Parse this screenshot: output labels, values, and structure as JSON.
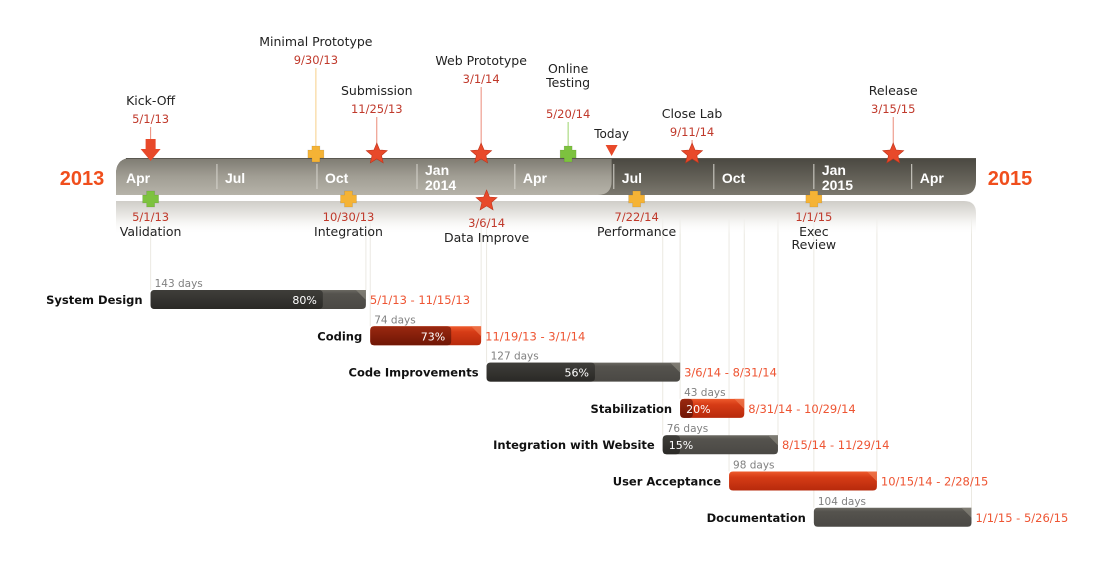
{
  "chart_data": {
    "type": "gantt-timeline",
    "title": "",
    "start_year_label": "2013",
    "end_year_label": "2015",
    "axis_range": [
      "2013-04-01",
      "2015-06-01"
    ],
    "today": "2014-06-29",
    "today_label": "Today",
    "ticks": [
      {
        "date": "2013-04-01",
        "label": [
          "Apr"
        ]
      },
      {
        "date": "2013-07-01",
        "label": [
          "Jul"
        ]
      },
      {
        "date": "2013-10-01",
        "label": [
          "Oct"
        ]
      },
      {
        "date": "2014-01-01",
        "label": [
          "Jan",
          "2014"
        ]
      },
      {
        "date": "2014-04-01",
        "label": [
          "Apr"
        ]
      },
      {
        "date": "2014-07-01",
        "label": [
          "Jul"
        ]
      },
      {
        "date": "2014-10-01",
        "label": [
          "Oct"
        ]
      },
      {
        "date": "2015-01-01",
        "label": [
          "Jan",
          "2015"
        ]
      },
      {
        "date": "2015-04-01",
        "label": [
          "Apr"
        ]
      }
    ],
    "milestones_above": [
      {
        "title": [
          "Kick-Off"
        ],
        "date_label": "5/1/13",
        "date": "2013-05-01",
        "shape": "arrow",
        "color": "#e8492a",
        "level": 2
      },
      {
        "title": [
          "Minimal Prototype"
        ],
        "date_label": "9/30/13",
        "date": "2013-09-30",
        "shape": "cross",
        "color": "#f5b335",
        "level": 4
      },
      {
        "title": [
          "Submission"
        ],
        "date_label": "11/25/13",
        "date": "2013-11-25",
        "shape": "star",
        "color": "#e8492a",
        "level": 3
      },
      {
        "title": [
          "Web Prototype"
        ],
        "date_label": "3/1/14",
        "date": "2014-03-01",
        "shape": "star",
        "color": "#e8492a",
        "level": 4
      },
      {
        "title": [
          "Online",
          "Testing"
        ],
        "date_label": "5/20/14",
        "date": "2014-05-20",
        "shape": "cross",
        "color": "#7dc23f",
        "level": 3
      },
      {
        "title": [
          "Close Lab"
        ],
        "date_label": "9/11/14",
        "date": "2014-09-11",
        "shape": "star",
        "color": "#e8492a",
        "level": 2
      },
      {
        "title": [
          "Release"
        ],
        "date_label": "3/15/15",
        "date": "2015-03-15",
        "shape": "star",
        "color": "#e8492a",
        "level": 3
      }
    ],
    "milestones_below": [
      {
        "title": [
          "Validation"
        ],
        "date_label": "5/1/13",
        "date": "2013-05-01",
        "shape": "cross",
        "color": "#7dc23f"
      },
      {
        "title": [
          "Integration"
        ],
        "date_label": "10/30/13",
        "date": "2013-10-30",
        "shape": "cross",
        "color": "#f5b335"
      },
      {
        "title": [
          "Data Improve"
        ],
        "date_label": "3/6/14",
        "date": "2014-03-06",
        "shape": "star",
        "color": "#e8492a"
      },
      {
        "title": [
          "Performance"
        ],
        "date_label": "7/22/14",
        "date": "2014-07-22",
        "shape": "cross",
        "color": "#f5b335"
      },
      {
        "title": [
          "Exec",
          "Review"
        ],
        "date_label": "1/1/15",
        "date": "2015-01-01",
        "shape": "cross",
        "color": "#f5b335"
      }
    ],
    "tasks": [
      {
        "name": "System Design",
        "start": "2013-05-01",
        "end": "2013-11-15",
        "duration_label": "143 days",
        "range_label": "5/1/13 - 11/15/13",
        "percent": 80,
        "percent_label": "80%",
        "color": "gray"
      },
      {
        "name": "Coding",
        "start": "2013-11-19",
        "end": "2014-03-01",
        "duration_label": "74 days",
        "range_label": "11/19/13 - 3/1/14",
        "percent": 73,
        "percent_label": "73%",
        "color": "red"
      },
      {
        "name": "Code Improvements",
        "start": "2014-03-06",
        "end": "2014-08-31",
        "duration_label": "127 days",
        "range_label": "3/6/14 - 8/31/14",
        "percent": 56,
        "percent_label": "56%",
        "color": "gray"
      },
      {
        "name": "Stabilization",
        "start": "2014-08-31",
        "end": "2014-10-29",
        "duration_label": "43 days",
        "range_label": "8/31/14 - 10/29/14",
        "percent": 20,
        "percent_label": "20%",
        "color": "red"
      },
      {
        "name": "Integration with Website",
        "start": "2014-08-15",
        "end": "2014-11-29",
        "duration_label": "76 days",
        "range_label": "8/15/14 - 11/29/14",
        "percent": 15,
        "percent_label": "15%",
        "color": "gray"
      },
      {
        "name": "User Acceptance",
        "start": "2014-10-15",
        "end": "2015-02-28",
        "duration_label": "98 days",
        "range_label": "10/15/14 - 2/28/15",
        "percent": 0,
        "percent_label": "",
        "color": "red"
      },
      {
        "name": "Documentation",
        "start": "2015-01-01",
        "end": "2015-05-26",
        "duration_label": "104 days",
        "range_label": "1/1/15 - 5/26/15",
        "percent": 0,
        "percent_label": "",
        "color": "gray"
      }
    ],
    "colors": {
      "band_past": "#9a978c",
      "band_future": "#5d5a52",
      "year_label": "#f04e1c",
      "date_label": "#c0392b",
      "range_label": "#ee5533",
      "gray_bar": "#4a4844",
      "gray_bar_done": "#2e2d2a",
      "red_bar": "#cc3312",
      "red_bar_done": "#8a1c08"
    }
  }
}
